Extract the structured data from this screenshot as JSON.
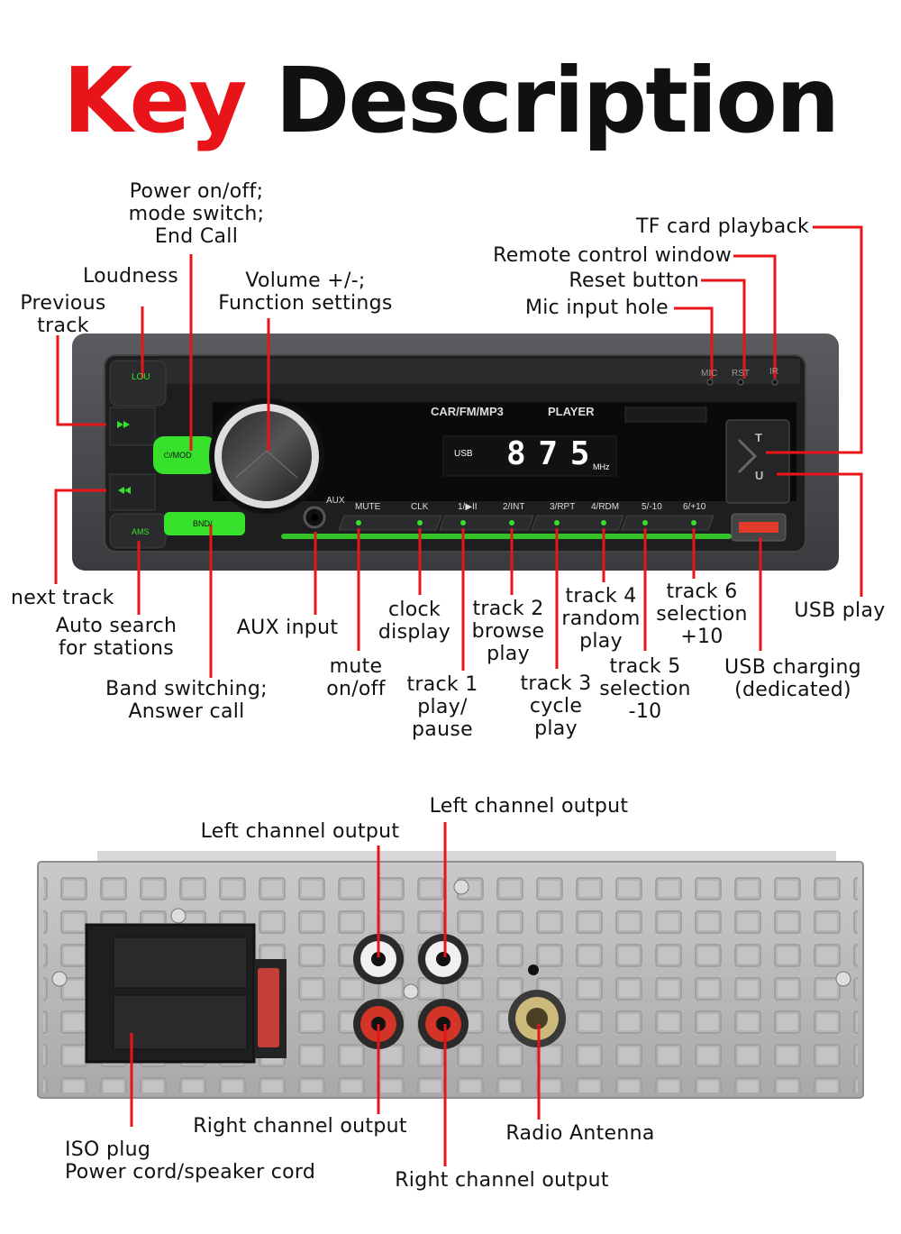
{
  "title": {
    "word1": "Key",
    "word2": "Description"
  },
  "colors": {
    "accent": "#e8141a",
    "green": "#37e02a",
    "panel": "#2b2c2e"
  },
  "front_panel": {
    "display_title_left": "CAR/FM/MP3",
    "display_title_right": "PLAYER",
    "display_source": "USB",
    "display_digits": "8 7 5",
    "display_unit": "MHz",
    "buttons": {
      "lou": "LOU",
      "mod": "⏻/MOD",
      "ams": "AMS",
      "bnd": "BND/",
      "aux": "AUX",
      "mute": "MUTE",
      "clk": "CLK",
      "b1": "1/▶II",
      "b2": "2/INT",
      "b3": "3/RPT",
      "b4": "4/RDM",
      "b5": "5/-10",
      "b6": "6/+10",
      "mic": "MIC",
      "rst": "RST",
      "ir": "IR",
      "t": "T",
      "u": "U"
    }
  },
  "labels": {
    "power": "Power on/off;\nmode switch;\nEnd Call",
    "loudness": "Loudness",
    "previous": "Previous\ntrack",
    "volume": "Volume +/-;\nFunction settings",
    "tf": "TF card playback",
    "remote": "Remote control window",
    "reset": "Reset button",
    "mic": "Mic input hole",
    "next": "next track",
    "auto_search": "Auto search\nfor stations",
    "band": "Band switching;\nAnswer call",
    "aux": "AUX input",
    "mute": "mute\non/off",
    "clock": "clock\ndisplay",
    "track1": "track 1\nplay/\npause",
    "track2": "track 2\nbrowse\nplay",
    "track3": "track 3\ncycle\nplay",
    "track4": "track 4\nrandom\nplay",
    "track5": "track 5\nselection\n-10",
    "track6": "track 6\nselection\n+10",
    "usb_play": "USB play",
    "usb_charging": "USB charging\n(dedicated)",
    "left_out_1": "Left channel output",
    "left_out_2": "Left channel output",
    "iso": "ISO plug\nPower cord/speaker cord",
    "right_out_1": "Right channel output",
    "antenna": "Radio Antenna",
    "right_out_2": "Right channel output"
  }
}
